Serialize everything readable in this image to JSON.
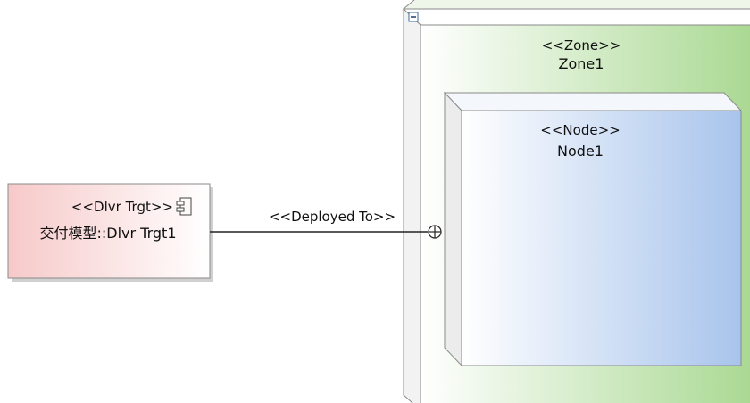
{
  "component": {
    "stereotype": "<<Dlvr Trgt>>",
    "name": "交付模型::Dlvr Trgt1",
    "icon": "component-icon",
    "fill_left": "#f7c9c9",
    "fill_right": "#ffffff"
  },
  "connector": {
    "label": "<<Deployed To>>",
    "end_marker": "nesting-circle-plus-icon"
  },
  "zone": {
    "stereotype": "<<Zone>>",
    "name": "Zone1",
    "collapse_icon": "collapse-minus-icon",
    "fill_left": "#ffffff",
    "fill_right": "#a8d890"
  },
  "node": {
    "stereotype": "<<Node>>",
    "name": "Node1",
    "fill_left": "#ffffff",
    "fill_right": "#a8c4ec"
  }
}
